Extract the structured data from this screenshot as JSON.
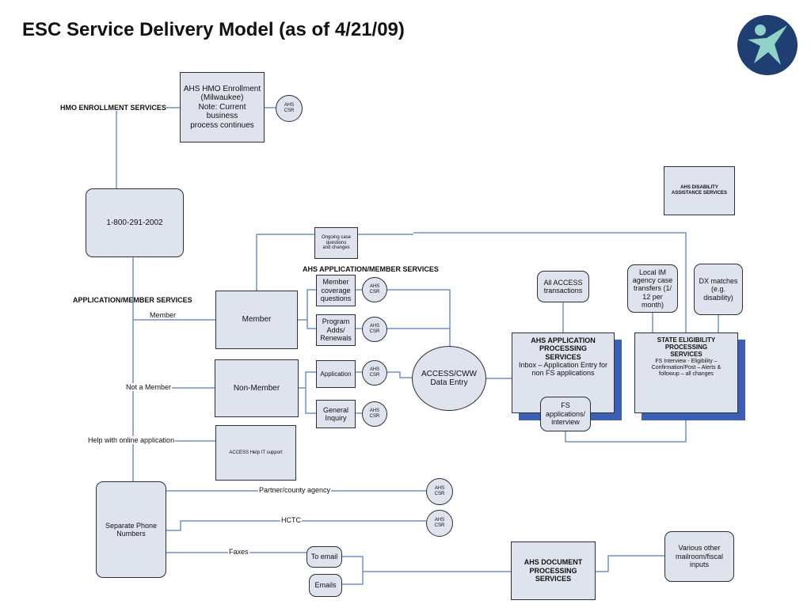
{
  "title": "ESC Service Delivery Model (as of 4/21/09)",
  "section_labels": {
    "hmo": "HMO ENROLLMENT  SERVICES",
    "app_left": "APPLICATION/MEMBER SERVICES",
    "app_center": "AHS APPLICATION/MEMBER SERVICES"
  },
  "edge_labels": {
    "member": "Member",
    "not_member": "Not a Member",
    "help_online": "Help with online application",
    "partner": "Partner/county agency",
    "hctc": "HCTC",
    "faxes": "Faxes"
  },
  "nodes": {
    "hmo_enrollment": "AHS HMO Enrollment\n(Milwaukee)\nNote: Current business\nprocess continues",
    "phone_main": "1-800-291-2002",
    "disability": "AHS DISABILITY\nASSISTANCE SERVICES",
    "ongoing": "Ongoing case\nquestions\nand changes",
    "member": "Member",
    "non_member": "Non-Member",
    "member_coverage": "Member\ncoverage\nquestions",
    "program_adds": "Program\nAdds/\nRenewals",
    "application": "Application",
    "general_inquiry": "General\nInquiry",
    "access_data_entry": "ACCESS/CWW\nData Entry",
    "all_access": "All ACCESS\ntransactions",
    "local_im": "Local IM\nagency case\ntransfers (1/\n12 per\nmonth)",
    "dx_matches": "DX matches\n(e.g.\ndisability)",
    "app_processing_title": "AHS APPLICATION\nPROCESSING\nSERVICES",
    "app_processing_body": "Inbox – Application Entry for\nnon FS applications",
    "state_elig_title": "STATE ELIGIBILITY\nPROCESSING\nSERVICES",
    "state_elig_body": "FS Interview  - Eligibility –\nConfirmation/Post – Alerts &\nfollowup – all changes",
    "fs_apps": "FS\napplications/\ninterview",
    "access_help": "ACCESS Help IT support",
    "separate_phone": "Separate Phone\nNumbers",
    "to_email": "To email",
    "emails": "Emails",
    "doc_processing": "AHS DOCUMENT\nPROCESSING\nSERVICES",
    "various_other": "Various other\nmailroom/fiscal\ninputs",
    "csr": "AHS\nCSR"
  },
  "colors": {
    "box_fill": "#dfe3ee",
    "box_border": "#2b2f3a",
    "connector": "#6f92cf",
    "shadow": "#3b5fb8",
    "logo_bg": "#1f3f73",
    "logo_figure": "#8fd3c7"
  },
  "icons": {
    "logo": "person-star-logo-icon"
  }
}
